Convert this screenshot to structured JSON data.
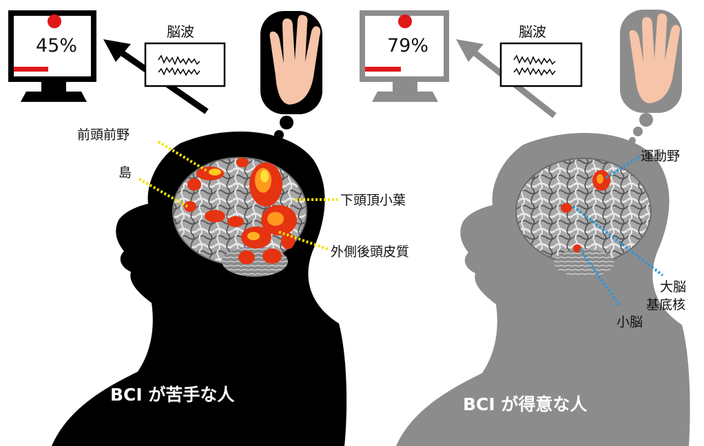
{
  "left_panel": {
    "caption": "BCI が苦手な人",
    "monitor_value": "45%",
    "progress_fraction": 0.45,
    "brainwave_label": "脳波",
    "regions": [
      {
        "label": "前頭前野"
      },
      {
        "label": "島"
      },
      {
        "label": "下頭頂小葉"
      },
      {
        "label": "外側後頭皮質"
      }
    ]
  },
  "right_panel": {
    "caption": "BCI が得意な人",
    "monitor_value": "79%",
    "progress_fraction": 0.79,
    "brainwave_label": "脳波",
    "regions": [
      {
        "label": "運動野"
      },
      {
        "label": "大脳"
      },
      {
        "label": "基底核"
      },
      {
        "label": "小脳"
      }
    ]
  },
  "colors": {
    "left_silhouette": "#000000",
    "right_silhouette": "#8c8c8c",
    "left_leader": "#f2e200",
    "right_leader": "#2c97d8",
    "activation": "#e63312",
    "progress_bar": "#e01818",
    "hand_skin": "#f6c4a8"
  },
  "icons": [
    "monitor-icon",
    "arrow-icon",
    "brainwave-icon",
    "hand-icon",
    "thought-bubble-icon",
    "brain-scan"
  ]
}
